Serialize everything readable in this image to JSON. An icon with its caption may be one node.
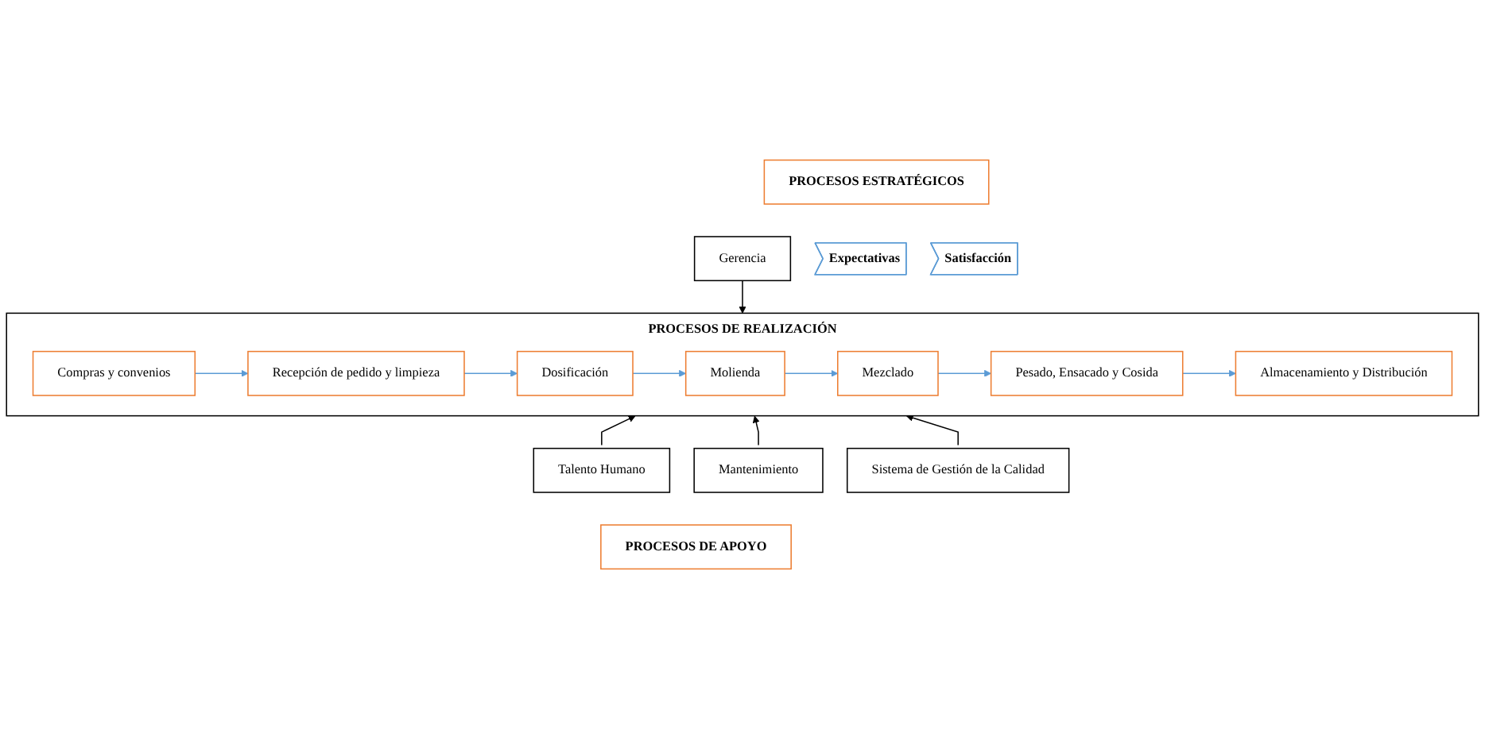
{
  "diagram": {
    "nodes": [
      {
        "text": [
          "PROCESOS ESTRATÉGICOS"
        ]
      },
      {
        "text": [
          "Gerencia"
        ]
      },
      {
        "text": [
          "Expectativas"
        ]
      },
      {
        "text": [
          "PROCESOS DE REALIZACIÓN"
        ]
      },
      {
        "text": [
          "Recepción de pedido y limpieza"
        ],
        "in": 3
      },
      {
        "text": [
          "Dosificación"
        ],
        "in": 3
      },
      {
        "text": [
          "Molienda"
        ],
        "in": 3
      },
      {
        "text": [
          "Mezclado"
        ],
        "in": 3
      },
      {
        "text": [
          "Pesado, Ensacado y Cosida"
        ],
        "in": 3
      },
      {
        "text": [
          "Almacenamiento y Distribución"
        ],
        "in": 3
      },
      {
        "text": [
          "Compras y convenios"
        ],
        "in": 3
      },
      {
        "text": [
          "Satisfacción"
        ]
      },
      {
        "text": [
          "Talento Humano"
        ]
      },
      {
        "text": [
          "Mantenimiento"
        ]
      },
      {
        "text": [
          "Sistema de Gestión de la Calidad"
        ]
      },
      {
        "text": [
          "PROCESOS DE APOYO"
        ]
      }
    ],
    "edges": [
      {
        "from": 1,
        "to": 3,
        "arrow": "to",
        "color": "#000000"
      },
      {
        "from": 10,
        "to": 4,
        "arrow": "to"
      },
      {
        "from": 4,
        "to": 5,
        "arrow": "to"
      },
      {
        "from": 5,
        "to": 6,
        "arrow": "to"
      },
      {
        "from": 6,
        "to": 7,
        "arrow": "to"
      },
      {
        "from": 7,
        "to": 8,
        "arrow": "to"
      },
      {
        "from": 8,
        "to": 9,
        "arrow": "to"
      },
      {
        "from": 12,
        "to": 3,
        "arrow": "to",
        "color": "#000000"
      },
      {
        "from": 13,
        "to": 3,
        "arrow": "to",
        "color": "#000000"
      },
      {
        "from": 14,
        "to": 3,
        "arrow": "to",
        "color": "#000000"
      }
    ]
  }
}
